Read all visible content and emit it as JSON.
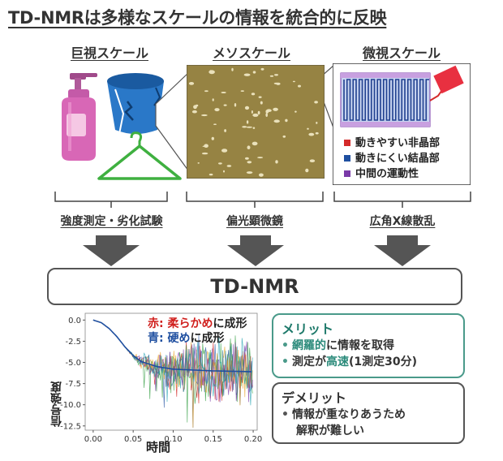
{
  "title": "TD-NMRは多様なスケールの情報を統合的に反映",
  "scales": {
    "macro": "巨視スケール",
    "meso": "メソスケール",
    "micro": "微視スケール"
  },
  "methods": {
    "macro": "強度測定・劣化試験",
    "meso": "偏光顕微鏡",
    "micro": "広角X線散乱"
  },
  "micro_legend": [
    {
      "text": "動きやすい非晶部",
      "color": "#d42a2a"
    },
    {
      "text": "動きにくい結晶部",
      "color": "#1f4fa0"
    },
    {
      "text": "中間の運動性",
      "color": "#7a3aa8"
    }
  ],
  "center": "TD-NMR",
  "merit": {
    "head": "メリット",
    "line1_pre": "網羅的",
    "line1_post": "に情報を取得",
    "line2_pre": "測定が",
    "line2_hl": "高速",
    "line2_post": "(1測定30分)"
  },
  "demerit": {
    "head": "デメリット",
    "line1": "情報が重なりあうため",
    "line2": "解釈が難しい"
  },
  "chart_data": {
    "type": "line",
    "xlabel": "時間",
    "ylabel": "信号強度",
    "xlim": [
      -0.01,
      0.205
    ],
    "ylim": [
      -13,
      0.8
    ],
    "xticks": [
      "0.00",
      "0.05",
      "0.10",
      "0.15",
      "0.20"
    ],
    "yticks": [
      "0.0",
      "-2.5",
      "-5.0",
      "-7.5",
      "-10.0",
      "-12.5"
    ],
    "legend": [
      {
        "prefix": "赤: ",
        "emph": "柔らかめ",
        "suffix": "に成形",
        "color": "#d0201e"
      },
      {
        "prefix": "青: ",
        "emph": "硬め",
        "suffix": "に成形",
        "color": "#1f4fa0"
      }
    ],
    "decay_curve": {
      "x": [
        0.0,
        0.01,
        0.02,
        0.03,
        0.04,
        0.05,
        0.06,
        0.08,
        0.1,
        0.15,
        0.2
      ],
      "y": [
        0.0,
        -0.3,
        -1.0,
        -2.0,
        -3.2,
        -4.2,
        -4.9,
        -5.5,
        -5.8,
        -6.0,
        -6.1
      ]
    },
    "series_colors": [
      "#1f4fa0",
      "#d0201e",
      "#2a9a3a",
      "#e8a020",
      "#7a3aa8",
      "#20a0b0"
    ]
  }
}
